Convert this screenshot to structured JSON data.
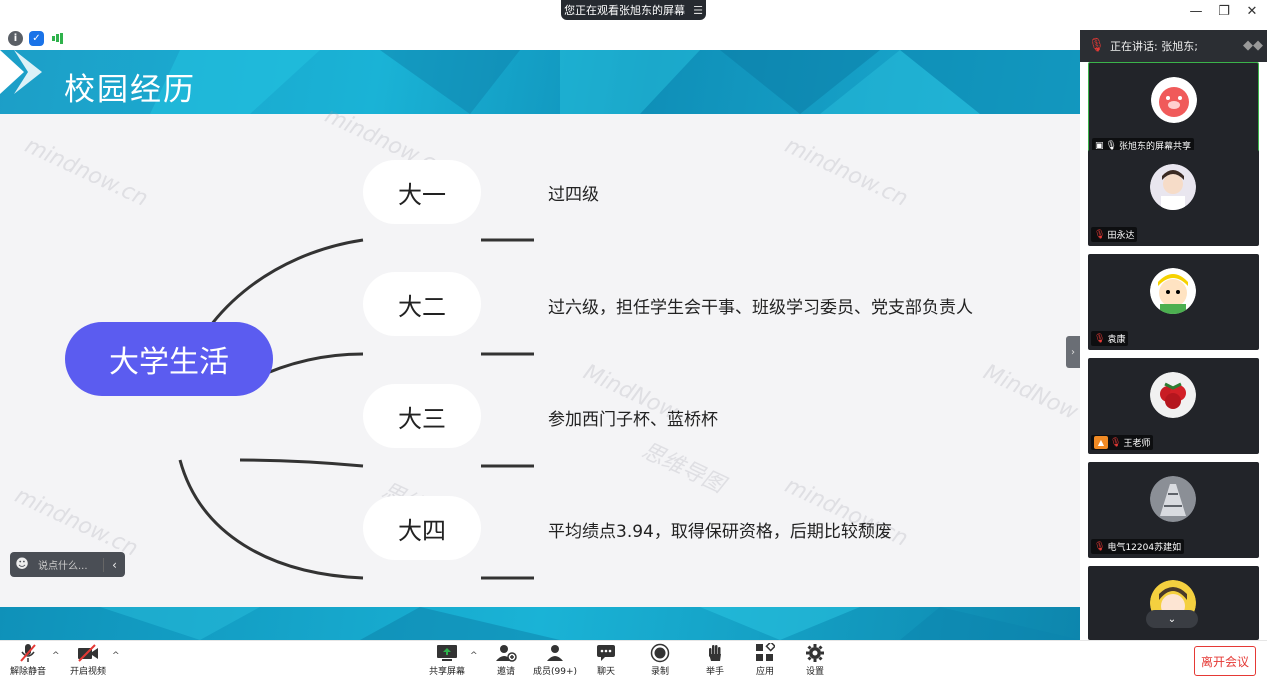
{
  "window": {
    "share_notice": "您正在观看张旭东的屏幕",
    "controls": {
      "minimize": "—",
      "restore": "❐",
      "close": "✕"
    }
  },
  "slide": {
    "title": "校园经历",
    "watermark_text": "mindnow.cn",
    "watermark_text2": "MindNow",
    "watermark_text3": "思维导图",
    "central_topic": "大学生活",
    "branches": [
      {
        "label": "大一",
        "detail": "过四级"
      },
      {
        "label": "大二",
        "detail": "过六级，担任学生会干事、班级学习委员、党支部负责人"
      },
      {
        "label": "大三",
        "detail": "参加西门子杯、蓝桥杯"
      },
      {
        "label": "大四",
        "detail": "平均绩点3.94，取得保研资格，后期比较颓废"
      }
    ],
    "colors": {
      "central": "#5b5cf0",
      "header": "#1ab3d6",
      "line": "#333333"
    }
  },
  "chat_box": {
    "placeholder": "说点什么..."
  },
  "speaker_panel": {
    "speaking_label": "正在讲话: 张旭东;",
    "participants": [
      {
        "name": "张旭东的屏幕共享",
        "avatar": "pig-avatar",
        "active": true
      },
      {
        "name": "田永达",
        "avatar": "child-photo-avatar"
      },
      {
        "name": "袁康",
        "avatar": "cartoon-avatar"
      },
      {
        "name": "王老师",
        "avatar": "strawberry-avatar",
        "host": true
      },
      {
        "name": "电气12204苏建如",
        "avatar": "sculpture-avatar"
      },
      {
        "name": "",
        "avatar": "anime-avatar"
      }
    ],
    "scroll_down": "⌄"
  },
  "toolbar": {
    "unmute": "解除静音",
    "start_video": "开启视频",
    "share_screen": "共享屏幕",
    "invite": "邀请",
    "members": "成员(99+)",
    "chat": "聊天",
    "record": "录制",
    "raise_hand": "举手",
    "apps": "应用",
    "settings": "设置",
    "leave": "离开会议"
  }
}
